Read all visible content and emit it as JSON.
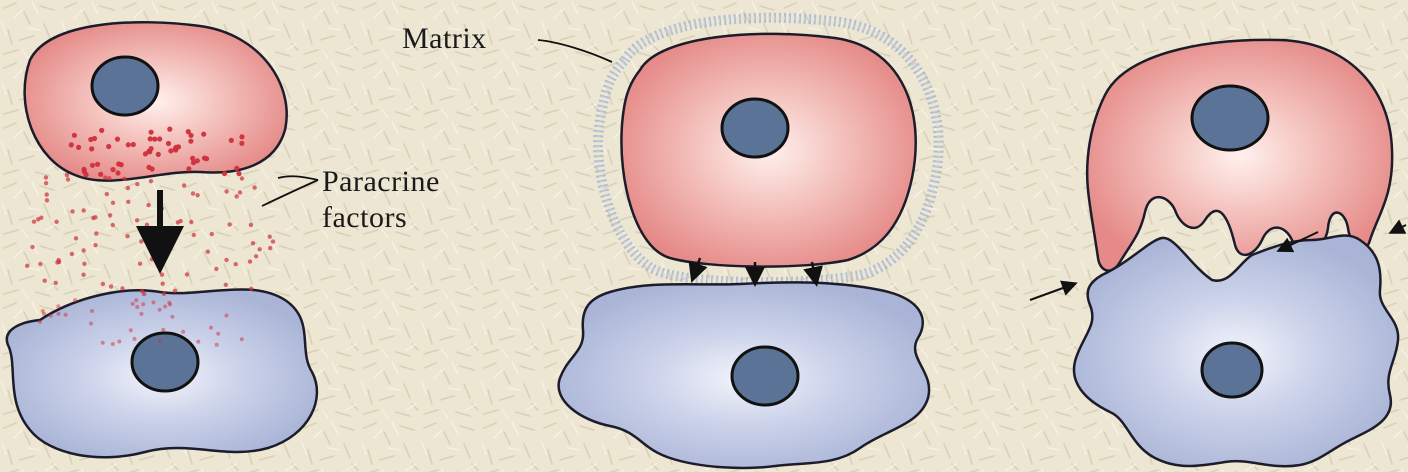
{
  "labels": {
    "matrix": "Matrix",
    "paracrine_line1": "Paracrine",
    "paracrine_line2": "factors"
  },
  "colors": {
    "background": "#ece6d2",
    "signaling_cell": "#e99a97",
    "responding_cell": "#b3bedb",
    "nucleus": "#5a7396",
    "paracrine_dots": "#cf2f3c",
    "outline": "#1c1c2a"
  }
}
